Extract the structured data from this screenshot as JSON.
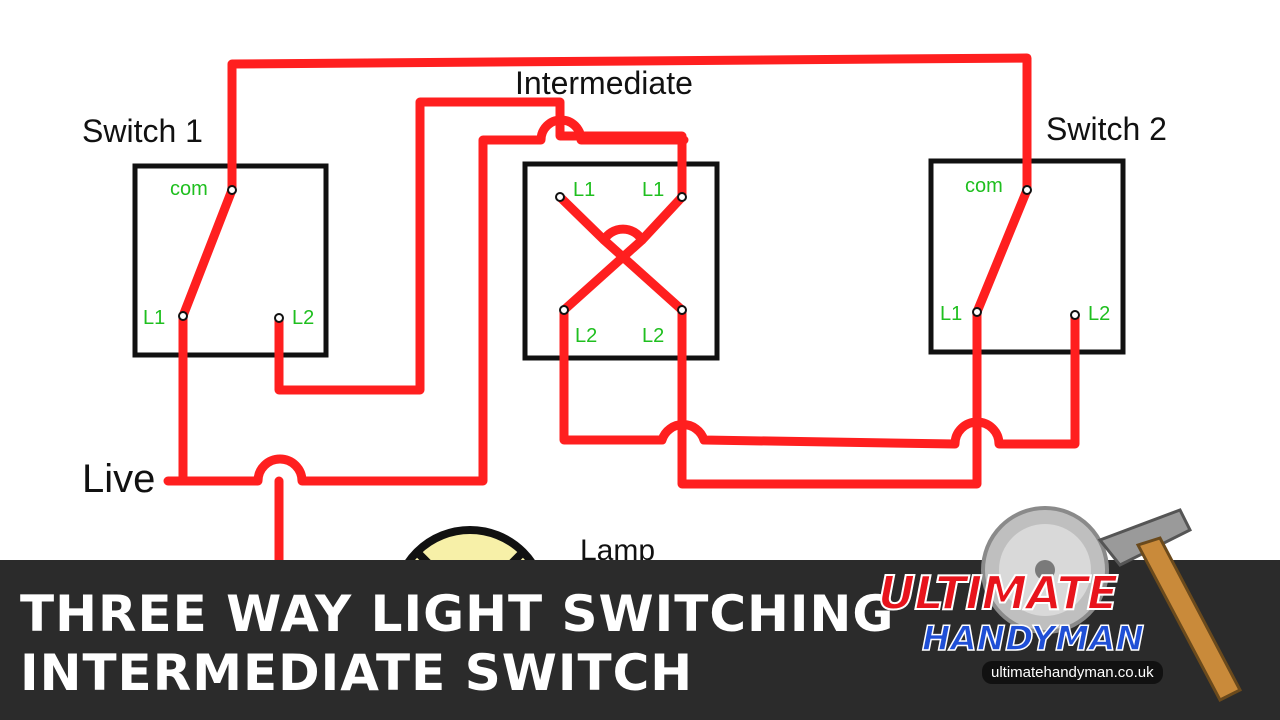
{
  "diagram": {
    "labels": {
      "switch1": "Switch 1",
      "switch2": "Switch 2",
      "intermediate": "Intermediate",
      "live": "Live",
      "lamp": "Lamp"
    },
    "terminals": {
      "sw1_com": "com",
      "sw1_l1": "L1",
      "sw1_l2": "L2",
      "int_l1_left": "L1",
      "int_l1_right": "L1",
      "int_l2_left": "L2",
      "int_l2_right": "L2",
      "sw2_com": "com",
      "sw2_l1": "L1",
      "sw2_l2": "L2"
    },
    "colors": {
      "wire": "#ff1f1f",
      "terminal_text": "#1fbf1f",
      "box": "#111111",
      "lamp": "#f7f0a8"
    }
  },
  "banner": {
    "title_line1": "THREE WAY LIGHT SWITCHING",
    "title_line2": "INTERMEDIATE SWITCH",
    "background": "#2b2b2b"
  },
  "logo": {
    "brand_line1": "ULTIMATE",
    "brand_line2": "HANDYMAN",
    "website": "ultimatehandyman.co.uk",
    "icons": [
      "saw-blade-icon",
      "hammer-icon"
    ]
  }
}
